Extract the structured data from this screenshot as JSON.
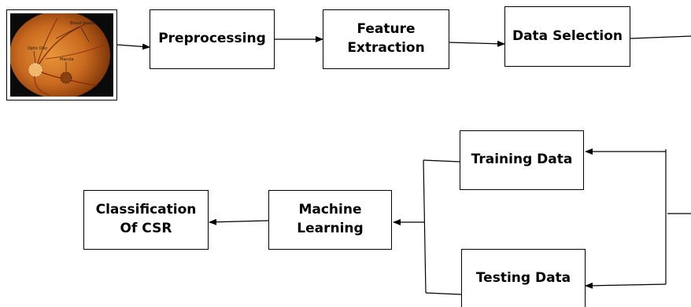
{
  "nodes": {
    "preprocessing": "Preprocessing",
    "feature_extraction": "Feature\nExtraction",
    "data_selection": "Data Selection",
    "training_data": "Training Data",
    "testing_data": "Testing Data",
    "machine_learning": "Machine\nLearning",
    "classification": "Classification\nOf CSR"
  },
  "fundus_image": {
    "labels": {
      "blood_vessels": "Blood Vessels",
      "optic_disc": "Optic Disc",
      "macula": "Macula"
    }
  },
  "colors": {
    "stroke": "#000000",
    "fundus_outer": "#7a3208",
    "fundus_inner": "#d9822b",
    "fundus_background": "#0a0a0a"
  }
}
